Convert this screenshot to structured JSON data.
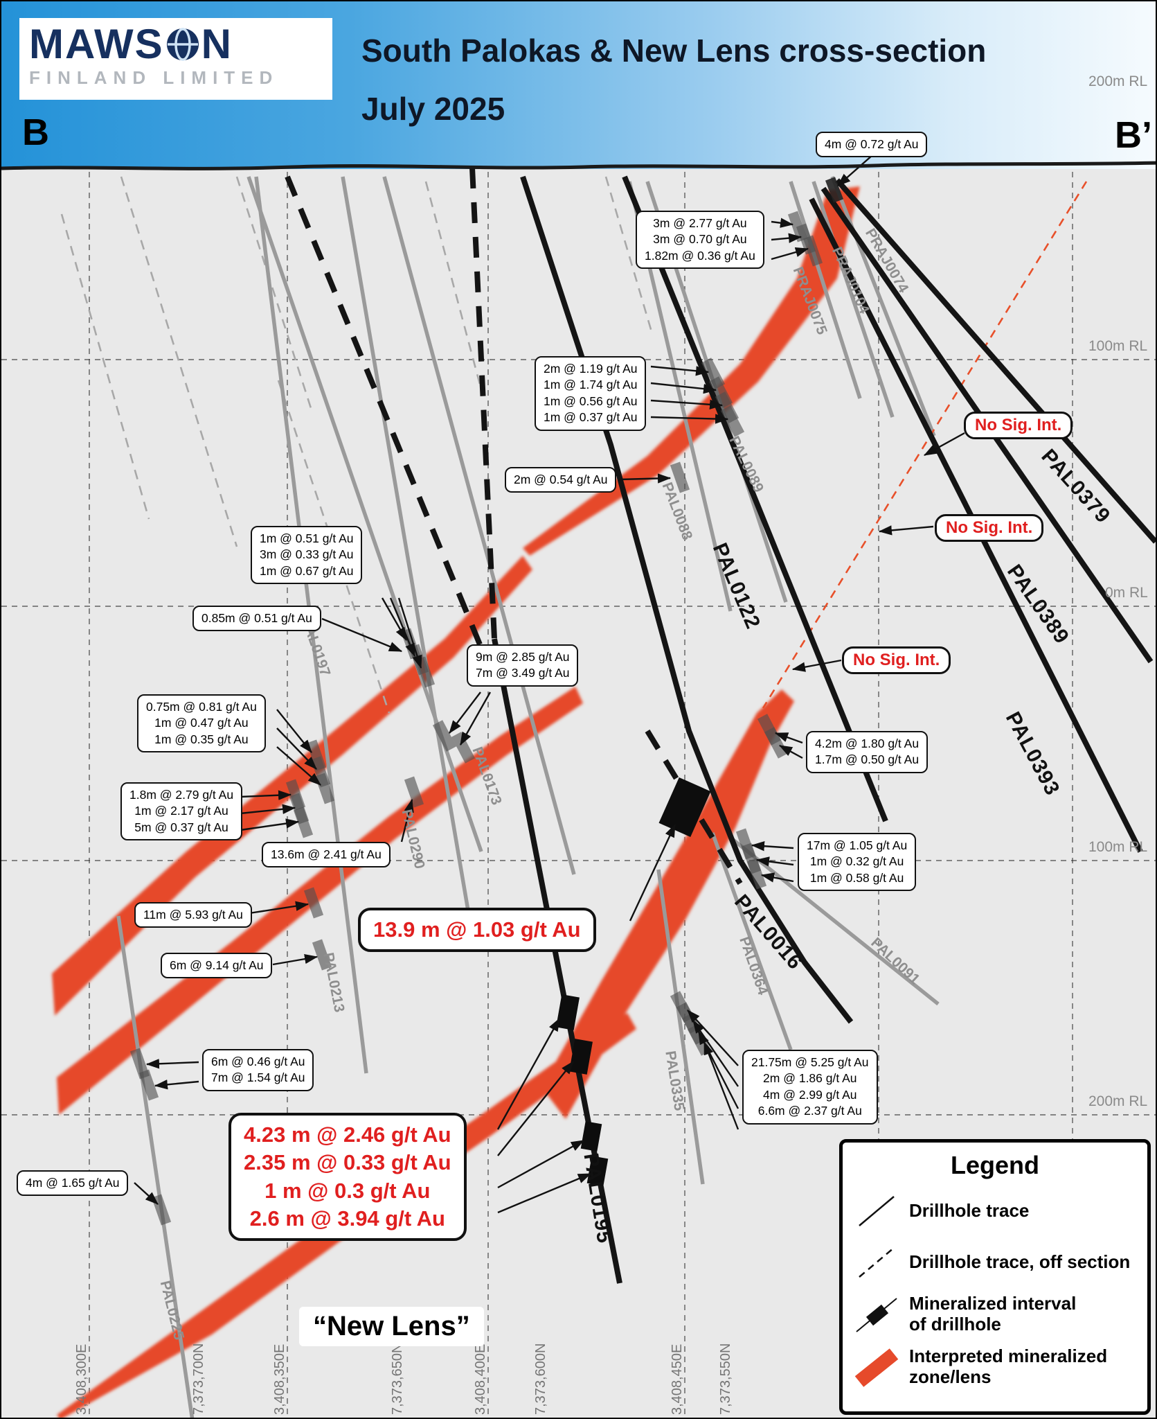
{
  "header": {
    "logo": {
      "part1": "MAWS",
      "part2": "N",
      "subtitle": "Finland Limited"
    },
    "title_line1": "South Palokas & New Lens cross-section",
    "title_line2": "July 2025",
    "section_left": "B",
    "section_right": "B’"
  },
  "axis": {
    "elev": [
      "200m RL",
      "100m RL",
      "0m RL",
      "100m RL",
      "200m RL"
    ],
    "coords": [
      "3,408,300E",
      "7,373,700N",
      "3,408,350E",
      "7,373,650N",
      "3,408,400E",
      "7,373,600N",
      "3,408,450E",
      "7,373,550N"
    ]
  },
  "holes": {
    "pal0379": "PAL0379",
    "pal0389": "PAL0389",
    "pal0393": "PAL0393",
    "pal0122": "PAL0122",
    "pal0016": "PAL0016",
    "pal0195": "PAL0195",
    "pal0197": "PAL0197",
    "pal0173": "PAL0173",
    "pal0290": "PAL0290",
    "pal0213": "PAL0213",
    "pal0225": "PAL0225",
    "pal0089": "PAL0089",
    "pal0088": "PAL0088",
    "praj0074": "PRAJ0074",
    "praj0104": "PRAJ0104",
    "praj0075": "PRAJ0075",
    "pal0364": "PAL0364",
    "pal0335": "PAL0335",
    "pal0091": "PAL0091"
  },
  "callouts": {
    "c01": {
      "lines": [
        "4m @ 0.72 g/t Au"
      ]
    },
    "c02": {
      "lines": [
        "3m @ 2.77 g/t Au",
        "3m @ 0.70 g/t Au",
        "1.82m @ 0.36 g/t Au"
      ]
    },
    "c03": {
      "lines": [
        "2m @ 1.19 g/t Au",
        "1m @ 1.74 g/t Au",
        "1m @ 0.56 g/t Au",
        "1m @ 0.37 g/t Au"
      ]
    },
    "c04": {
      "lines": [
        "2m @ 0.54 g/t Au"
      ]
    },
    "c05": {
      "lines": [
        "1m @ 0.51 g/t Au",
        "3m @ 0.33 g/t Au",
        "1m @ 0.67 g/t Au"
      ]
    },
    "c06": {
      "lines": [
        "0.85m @ 0.51 g/t Au"
      ]
    },
    "c07": {
      "lines": [
        "9m @ 2.85 g/t Au",
        "7m @ 3.49 g/t Au"
      ]
    },
    "c08": {
      "lines": [
        "0.75m @ 0.81 g/t Au",
        "1m @ 0.47 g/t Au",
        "1m @ 0.35 g/t Au"
      ]
    },
    "c09": {
      "lines": [
        "1.8m @ 2.79 g/t Au",
        "1m @ 2.17 g/t Au",
        "5m @ 0.37 g/t Au"
      ]
    },
    "c10": {
      "lines": [
        "13.6m @ 2.41 g/t Au"
      ]
    },
    "c11": {
      "lines": [
        "11m @ 5.93 g/t Au"
      ]
    },
    "c12": {
      "lines": [
        "6m @ 9.14 g/t Au"
      ]
    },
    "c13": {
      "lines": [
        "6m @ 0.46 g/t Au",
        "7m @ 1.54 g/t Au"
      ]
    },
    "c14": {
      "lines": [
        "4m @ 1.65 g/t Au"
      ]
    },
    "c15": {
      "lines": [
        "4.2m @ 1.80 g/t Au",
        "1.7m @ 0.50 g/t Au"
      ]
    },
    "c16": {
      "lines": [
        "17m @ 1.05 g/t Au",
        "1m @ 0.32 g/t Au",
        "1m @ 0.58 g/t Au"
      ]
    },
    "c18": {
      "lines": [
        "21.75m @ 5.25 g/t Au",
        "2m @ 1.86 g/t Au",
        "4m @ 2.99 g/t Au",
        "6.6m @ 2.37 g/t Au"
      ]
    }
  },
  "highlights": {
    "h1": {
      "lines": [
        "13.9 m @ 1.03 g/t Au"
      ]
    },
    "h2": {
      "lines": [
        "4.23 m @ 2.46 g/t Au",
        "2.35 m @ 0.33 g/t Au",
        "1 m @ 0.3 g/t Au",
        "2.6 m @ 3.94 g/t Au"
      ]
    }
  },
  "nsi": {
    "label": "No Sig. Int."
  },
  "new_lens": "“New Lens”",
  "legend": {
    "title": "Legend",
    "item1": "Drillhole trace",
    "item2": "Drillhole trace, off section",
    "item3a": "Mineralized interval",
    "item3b": "of drillhole",
    "item4a": "Interpreted mineralized",
    "item4b": "zone/lens"
  },
  "colors": {
    "lens_red": "#e64a2b",
    "highlight_red": "#e01f1f",
    "header_blue": "#2492d8",
    "gray_hole": "#9a9a9a",
    "black_hole": "#141414"
  }
}
